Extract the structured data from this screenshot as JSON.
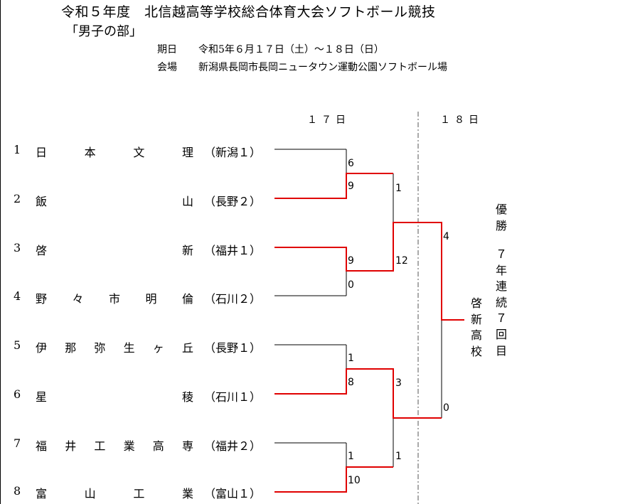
{
  "title": "令和５年度　北信越高等学校総合体育大会ソフトボール競技",
  "subtitle": "「男子の部」",
  "meta": {
    "date_label": "期日",
    "date_value": "令和5年６月１７日（土）～１８日（日）",
    "venue_label": "会場",
    "venue_value": "新潟県長岡市長岡ニュータウン運動公園ソフトボール場"
  },
  "days": {
    "day1": "１７日",
    "day2": "１８日"
  },
  "teams": [
    {
      "no": "1",
      "chars": [
        "日",
        "本",
        "文",
        "理"
      ],
      "pref": "（新潟１）"
    },
    {
      "no": "2",
      "chars": [
        "飯",
        "山"
      ],
      "pref": "（長野２）"
    },
    {
      "no": "3",
      "chars": [
        "啓",
        "新"
      ],
      "pref": "（福井１）"
    },
    {
      "no": "4",
      "chars": [
        "野",
        "々",
        "市",
        "明",
        "倫"
      ],
      "pref": "（石川２）"
    },
    {
      "no": "5",
      "chars": [
        "伊",
        "那",
        "弥",
        "生",
        "ヶ",
        "丘"
      ],
      "pref": "（長野１）"
    },
    {
      "no": "6",
      "chars": [
        "星",
        "稜"
      ],
      "pref": "（石川１）"
    },
    {
      "no": "7",
      "chars": [
        "福",
        "井",
        "工",
        "業",
        "高",
        "専"
      ],
      "pref": "（福井２）"
    },
    {
      "no": "8",
      "chars": [
        "富",
        "山",
        "工",
        "業"
      ],
      "pref": "（富山１）"
    }
  ],
  "scores": {
    "r1_m1_top": "6",
    "r1_m1_bottom": "9",
    "r1_m2_top": "9",
    "r1_m2_bottom": "0",
    "r1_m3_top": "1",
    "r1_m3_bottom": "8",
    "r1_m4_top": "1",
    "r1_m4_bottom": "10",
    "sf1_top": "1",
    "sf1_bottom": "12",
    "sf2_top": "3",
    "sf2_bottom": "1",
    "final_top": "4",
    "final_bottom": "0"
  },
  "winner_label": "啓新高校",
  "champion_label": "優勝",
  "streak_label": "７年連続７回目",
  "colors": {
    "win_line": "#e00000",
    "line": "#000000",
    "divider": "#555555"
  }
}
